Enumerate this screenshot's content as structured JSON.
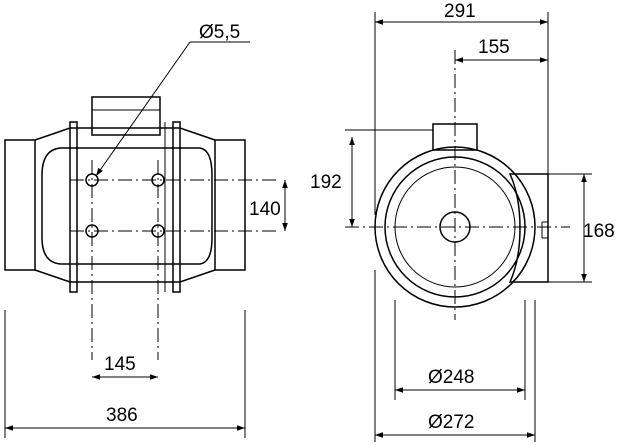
{
  "drawing": {
    "side_view": {
      "hole_diameter": "Ø5,5",
      "hole_spacing_vertical": "140",
      "hole_spacing_horizontal": "145",
      "overall_length": "386"
    },
    "front_view": {
      "overall_width": "291",
      "center_to_right": "155",
      "height_192": "192",
      "height_168": "168",
      "inner_diameter": "Ø248",
      "outer_diameter": "Ø272"
    }
  }
}
